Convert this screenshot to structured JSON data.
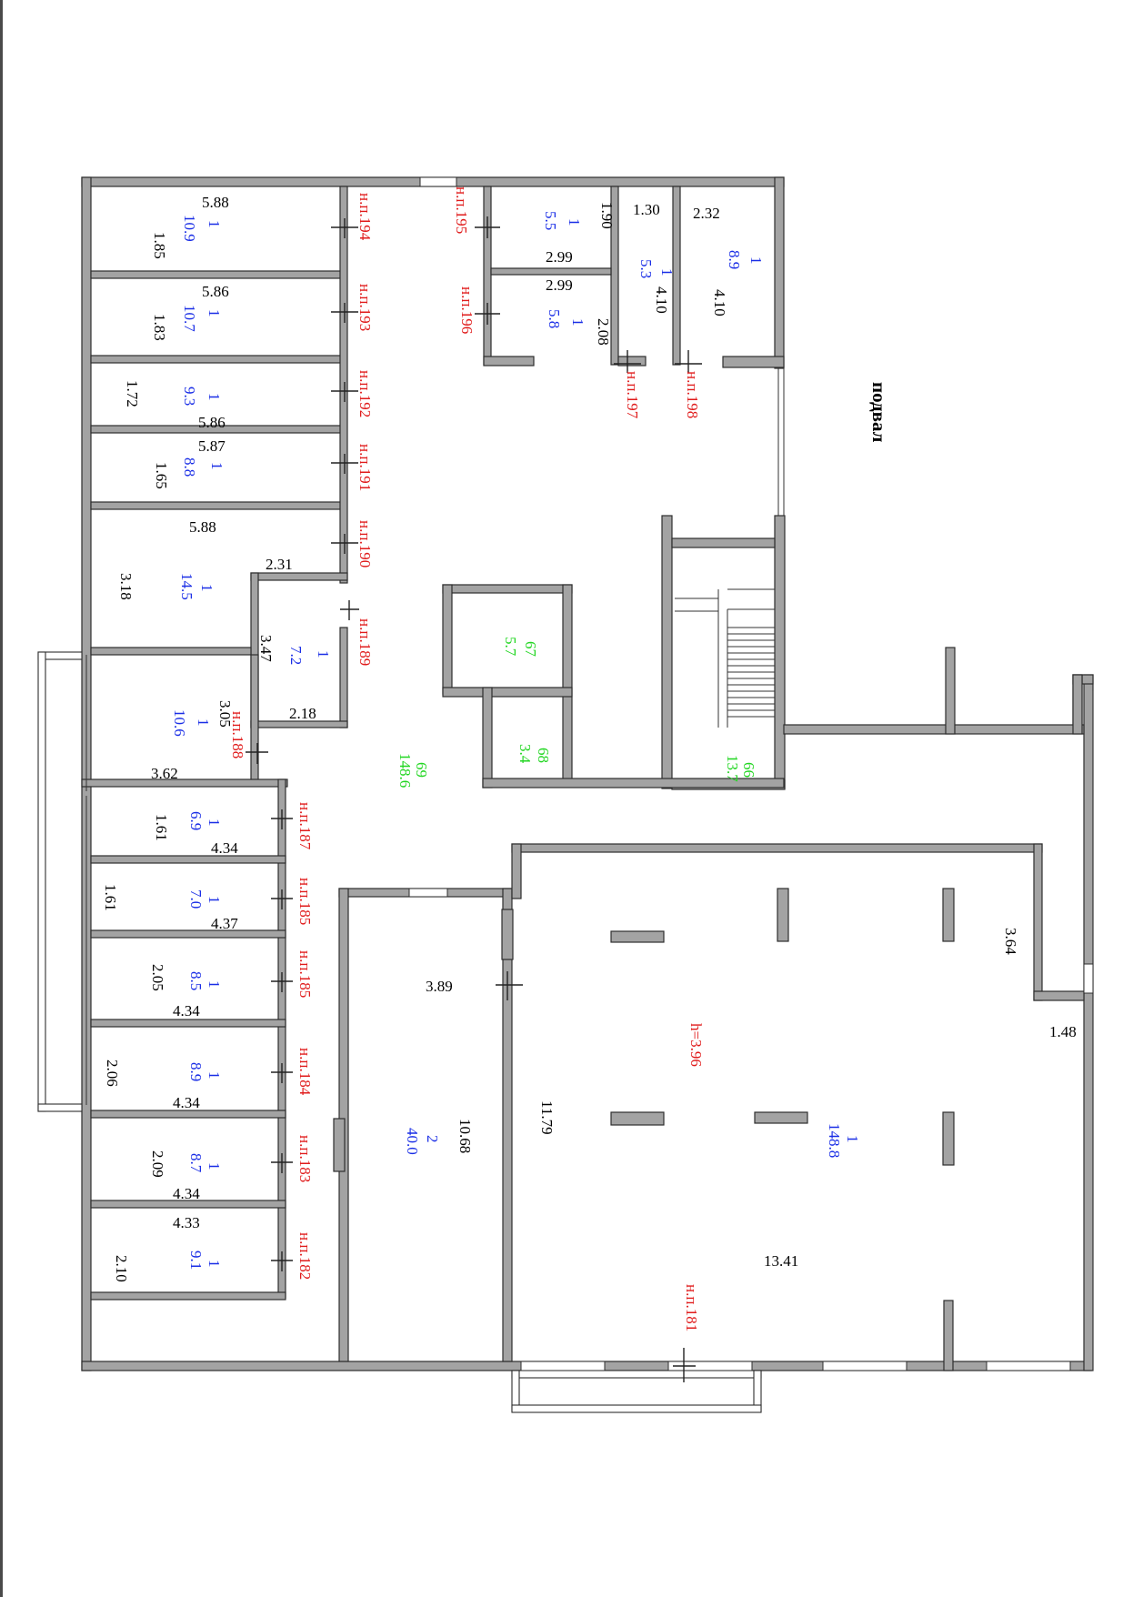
{
  "title": "подвал",
  "height_note": "h=3.96",
  "rooms": [
    {
      "id": "r194",
      "n": "1",
      "a": "10.9",
      "w": "5.88",
      "d": "1.85"
    },
    {
      "id": "r193",
      "n": "1",
      "a": "10.7",
      "w": "5.86",
      "d": "1.83"
    },
    {
      "id": "r192",
      "n": "1",
      "a": "9.3",
      "w": "5.86",
      "d": "1.72"
    },
    {
      "id": "r191",
      "n": "1",
      "a": "8.8",
      "w": "5.87",
      "d": "1.65"
    },
    {
      "id": "r190",
      "n": "1",
      "a": "14.5",
      "w": "5.88",
      "d": "3.18",
      "d2": "2.31"
    },
    {
      "id": "r189",
      "n": "1",
      "a": "7.2",
      "w": "2.18",
      "d": "3.47"
    },
    {
      "id": "r188",
      "n": "1",
      "a": "10.6",
      "w": "3.62",
      "d": "3.05"
    },
    {
      "id": "r187",
      "n": "1",
      "a": "6.9",
      "w": "4.34",
      "d": "1.61"
    },
    {
      "id": "r185a",
      "n": "1",
      "a": "7.0",
      "w": "4.37",
      "d": "1.61"
    },
    {
      "id": "r185b",
      "n": "1",
      "a": "8.5",
      "w": "4.34",
      "d": "2.05"
    },
    {
      "id": "r184",
      "n": "1",
      "a": "8.9",
      "w": "4.34",
      "d": "2.06"
    },
    {
      "id": "r183",
      "n": "1",
      "a": "8.7",
      "w": "4.34",
      "d": "2.09"
    },
    {
      "id": "r182",
      "n": "1",
      "a": "9.1",
      "w": "4.33",
      "d": "2.10"
    },
    {
      "id": "r195",
      "n": "1",
      "a": "5.5",
      "w": "2.99",
      "d": "1.90"
    },
    {
      "id": "r196",
      "n": "1",
      "a": "5.8",
      "w": "2.99",
      "d": "2.08"
    },
    {
      "id": "r197",
      "n": "1",
      "a": "5.3",
      "w": "1.30",
      "d": "4.10"
    },
    {
      "id": "r198",
      "n": "1",
      "a": "8.9",
      "w": "2.32",
      "d": "4.10"
    },
    {
      "id": "rmid",
      "n": "2",
      "a": "40.0",
      "w": "3.89",
      "d": "10.68"
    },
    {
      "id": "rbig",
      "n": "1",
      "a": "148.8",
      "w": "13.41",
      "d": "11.79",
      "d2": "3.64",
      "d3": "1.48"
    }
  ],
  "common": [
    {
      "n": "69",
      "a": "148.6"
    },
    {
      "n": "67",
      "a": "5.7"
    },
    {
      "n": "68",
      "a": "3.4"
    },
    {
      "n": "66",
      "a": "13.7"
    }
  ],
  "doors": [
    "н.п.194",
    "н.п.193",
    "н.п.192",
    "н.п.191",
    "н.п.190",
    "н.п.189",
    "н.п.188",
    "н.п.187",
    "н.п.185",
    "н.п.185",
    "н.п.184",
    "н.п.183",
    "н.п.182",
    "н.п.195",
    "н.п.196",
    "н.п.197",
    "н.п.198",
    "н.п.181"
  ]
}
